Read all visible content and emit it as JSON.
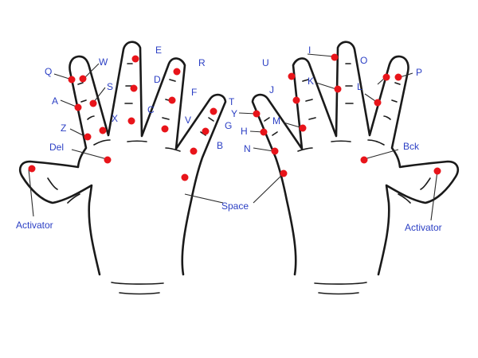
{
  "colors": {
    "label": "#2b3fc4",
    "dot": "#e8141a",
    "outline": "#1a1a1a"
  },
  "left_hand": {
    "labels": [
      "Q",
      "W",
      "A",
      "S",
      "Z",
      "X",
      "C",
      "E",
      "D",
      "R",
      "F",
      "V",
      "T",
      "G",
      "B",
      "Del",
      "Space",
      "Activator"
    ]
  },
  "right_hand": {
    "labels": [
      "Y",
      "H",
      "N",
      "U",
      "J",
      "M",
      "I",
      "K",
      "O",
      "L",
      "P",
      "Bck",
      "Activator"
    ]
  }
}
